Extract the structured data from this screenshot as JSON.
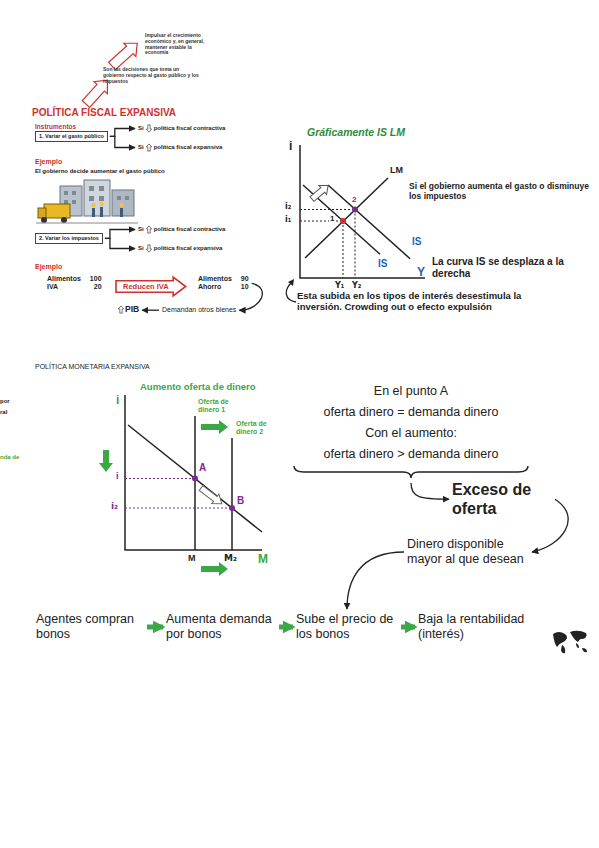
{
  "diagram": {
    "nodes": [
      {
        "text": [
          "1. Variar el gasto público"
        ]
      },
      {
        "text": [
          "Si",
          "política fiscal contractiva"
        ]
      },
      {
        "text": [
          "Si",
          "política fiscal expansiva"
        ]
      },
      {
        "text": [
          "2. Variar los impuestos"
        ]
      },
      {
        "text": [
          "Si",
          "política fiscal contractiva"
        ]
      },
      {
        "text": [
          "Si",
          "política fiscal expansiva"
        ]
      },
      {
        "text": [
          "Alimentos",
          "100",
          "IVA",
          "20"
        ]
      },
      {
        "text": [
          "Reducen IVA"
        ]
      },
      {
        "text": [
          "Alimentos",
          "90",
          "Ahorro",
          "10"
        ]
      },
      {
        "text": [
          "Demandan otros bienes"
        ]
      },
      {
        "text": [
          "PIB"
        ]
      },
      {
        "text": [
          "En el punto A",
          "oferta dinero = demanda dinero",
          "Con el aumento:",
          "oferta dinero > demanda dinero"
        ]
      },
      {
        "text": [
          "Exceso de oferta"
        ]
      },
      {
        "text": [
          "Dinero disponible mayor al que desean"
        ]
      },
      {
        "text": [
          "Agentes compran bonos"
        ]
      },
      {
        "text": [
          "Aumenta demanda por bonos"
        ]
      },
      {
        "text": [
          "Sube el precio de los bonos"
        ]
      },
      {
        "text": [
          "Baja la rentabilidad (interés)"
        ]
      }
    ],
    "edges": [
      {
        "from": 0,
        "to": 1,
        "arrow": "to"
      },
      {
        "from": 0,
        "to": 2,
        "arrow": "to"
      },
      {
        "from": 3,
        "to": 4,
        "arrow": "to"
      },
      {
        "from": 3,
        "to": 5,
        "arrow": "to"
      },
      {
        "from": 8,
        "to": 9,
        "arrow": "to"
      },
      {
        "from": 9,
        "to": 10,
        "arrow": "to"
      },
      {
        "from": 11,
        "to": 12,
        "arrow": "to"
      },
      {
        "from": 12,
        "to": 13,
        "arrow": "to"
      },
      {
        "from": 13,
        "to": 16,
        "arrow": "to"
      },
      {
        "from": 14,
        "to": 15,
        "arrow": "to"
      },
      {
        "from": 15,
        "to": 16,
        "arrow": "to"
      },
      {
        "from": 16,
        "to": 17,
        "arrow": "to"
      }
    ],
    "labels": [
      "Impulsar el crecimiento económico y, en general, mantener estable la economía",
      "Son las decisiones que toma un gobierno respecto al gasto público y los impuestos",
      "POLÍTICA FISCAL EXPANSIVA",
      "Instrumentos",
      "Ejemplo",
      "El gobierno decide aumentar el gasto público",
      "Ejemplo",
      "Gráficamente IS LM",
      "i",
      "LM",
      "2",
      "1",
      "i₂",
      "i₁",
      "IS",
      "IS",
      "Y₁",
      "Y₂",
      "Y",
      "Si el gobierno aumenta el gasto o disminuye los impuestos",
      "La curva IS se desplaza a la derecha",
      "Esta subida en los tipos de interés desestimula la inversión. Crowding out o efecto expulsión",
      "POLÍTICA MONETARIA EXPANSIVA",
      "por",
      "ral",
      "nda de",
      "Aumento oferta de dinero",
      "i",
      "Oferta de dinero 1",
      "Oferta de dinero 2",
      "A",
      "i",
      "i₂",
      "B",
      "M",
      "M₂",
      "M"
    ]
  }
}
